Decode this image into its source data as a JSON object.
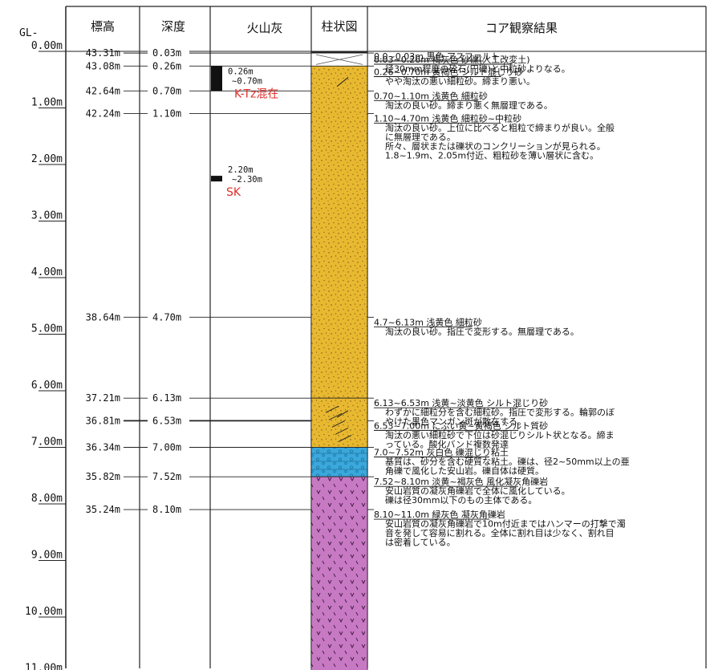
{
  "headers": {
    "gl": "GL-",
    "elevation": "標高",
    "depth": "深度",
    "ash": "火山灰",
    "column": "柱状図",
    "result": "コア観察結果"
  },
  "scale": [
    "0.00m",
    "1.00m",
    "2.00m",
    "3.00m",
    "4.00m",
    "5.00m",
    "6.00m",
    "7.00m",
    "8.00m",
    "9.00m",
    "10.00m",
    "11.00m"
  ],
  "boundaries": [
    {
      "elevation": "43.31m",
      "depth": "0.03m",
      "d": 0.03
    },
    {
      "elevation": "43.08m",
      "depth": "0.26m",
      "d": 0.26
    },
    {
      "elevation": "42.64m",
      "depth": "0.70m",
      "d": 0.7
    },
    {
      "elevation": "42.24m",
      "depth": "1.10m",
      "d": 1.1
    },
    {
      "elevation": "38.64m",
      "depth": "4.70m",
      "d": 4.7
    },
    {
      "elevation": "37.21m",
      "depth": "6.13m",
      "d": 6.13
    },
    {
      "elevation": "36.81m",
      "depth": "6.53m",
      "d": 6.53
    },
    {
      "elevation": "36.34m",
      "depth": "7.00m",
      "d": 7.0
    },
    {
      "elevation": "35.82m",
      "depth": "7.52m",
      "d": 7.52
    },
    {
      "elevation": "35.24m",
      "depth": "8.10m",
      "d": 8.1
    }
  ],
  "ash_layers": [
    {
      "top": 0.26,
      "bottom": 0.7,
      "label1": "0.26m",
      "label2": "~0.70m",
      "name": "K-Tz混在"
    },
    {
      "top": 2.2,
      "bottom": 2.3,
      "label1": "2.20m",
      "label2": "~2.30m",
      "name": "SK"
    }
  ],
  "column_layers": [
    {
      "top": 0.0,
      "bottom": 0.03,
      "pattern": "asphalt",
      "color": "#ffffff"
    },
    {
      "top": 0.03,
      "bottom": 0.26,
      "pattern": "cross",
      "color": "#ffffff"
    },
    {
      "top": 0.26,
      "bottom": 6.13,
      "pattern": "sand",
      "color": "#e8b830"
    },
    {
      "top": 6.13,
      "bottom": 7.0,
      "pattern": "silt",
      "color": "#e8b830"
    },
    {
      "top": 7.0,
      "bottom": 7.52,
      "pattern": "clay",
      "color": "#3aa8dc"
    },
    {
      "top": 7.52,
      "bottom": 11.0,
      "pattern": "breccia",
      "color": "#c77ac3"
    }
  ],
  "descriptions": [
    {
      "d": 0.0,
      "title": "0.0~0.03m 黒色 アスファルト",
      "lines": []
    },
    {
      "d": 0.03,
      "title": "0.03~0.26m 褐灰色 砂礫(人工改変土)",
      "lines": [
        "径30mm程度の砕石(円礫)と中粒砂よりなる。"
      ]
    },
    {
      "d": 0.26,
      "title": "0.26~0.70m 黄褐色 シルト混じり砂",
      "lines": [
        "やや淘汰の悪い細粒砂。締まり悪い。"
      ]
    },
    {
      "d": 0.7,
      "title": "0.70~1.10m 浅黄色 細粒砂",
      "lines": [
        "淘汰の良い砂。締まり悪く無層理である。"
      ]
    },
    {
      "d": 1.1,
      "title": "1.10~4.70m 浅黄色 細粒砂~中粒砂",
      "lines": [
        "淘汰の良い砂。上位に比べると粗粒で締まりが良い。全般",
        "に無層理である。",
        "所々、層状または礫状のコンクリーションが見られる。",
        "1.8~1.9m、2.05m付近、粗粒砂を薄い層状に含む。"
      ]
    },
    {
      "d": 4.7,
      "title": "4.7~6.13m 浅黄色 細粒砂",
      "lines": [
        "淘汰の良い砂。指圧で変形する。無層理である。"
      ]
    },
    {
      "d": 6.13,
      "title": "6.13~6.53m 浅黄~淡黄色 シルト混じり砂",
      "lines": [
        "わずかに細粒分を含む細粒砂。指圧で変形する。輪郭のぼ",
        "やけた黒色マンガン斑が散在する。"
      ]
    },
    {
      "d": 6.53,
      "title": "6.53~7.00m にぶい黄~黄褐色 シルト質砂",
      "lines": [
        "淘汰の悪い細粒砂で下位は砂混じりシルト状となる。締ま",
        "っている。酸化バンド複数発達"
      ]
    },
    {
      "d": 7.0,
      "title": "7.0~7.52m 灰白色 礫混じり粘土",
      "lines": [
        "基質は、砂分を含む硬質な粘土。礫は、径2~50mm以上の亜",
        "角礫で風化した安山岩。礫自体は硬質。"
      ]
    },
    {
      "d": 7.52,
      "title": "7.52~8.10m 淡黄~褐灰色 風化凝灰角礫岩",
      "lines": [
        "安山岩質の凝灰角礫岩で全体に風化している。",
        "礫は径30mm以下のもの主体である。"
      ]
    },
    {
      "d": 8.1,
      "title": "8.10~11.0m 緑灰色 凝灰角礫岩",
      "lines": [
        "安山岩質の凝灰角礫岩で10m付近まではハンマーの打撃で濁",
        "音を発して容易に割れる。全体に割れ目は少なく、割れ目",
        "は密着している。"
      ]
    }
  ]
}
